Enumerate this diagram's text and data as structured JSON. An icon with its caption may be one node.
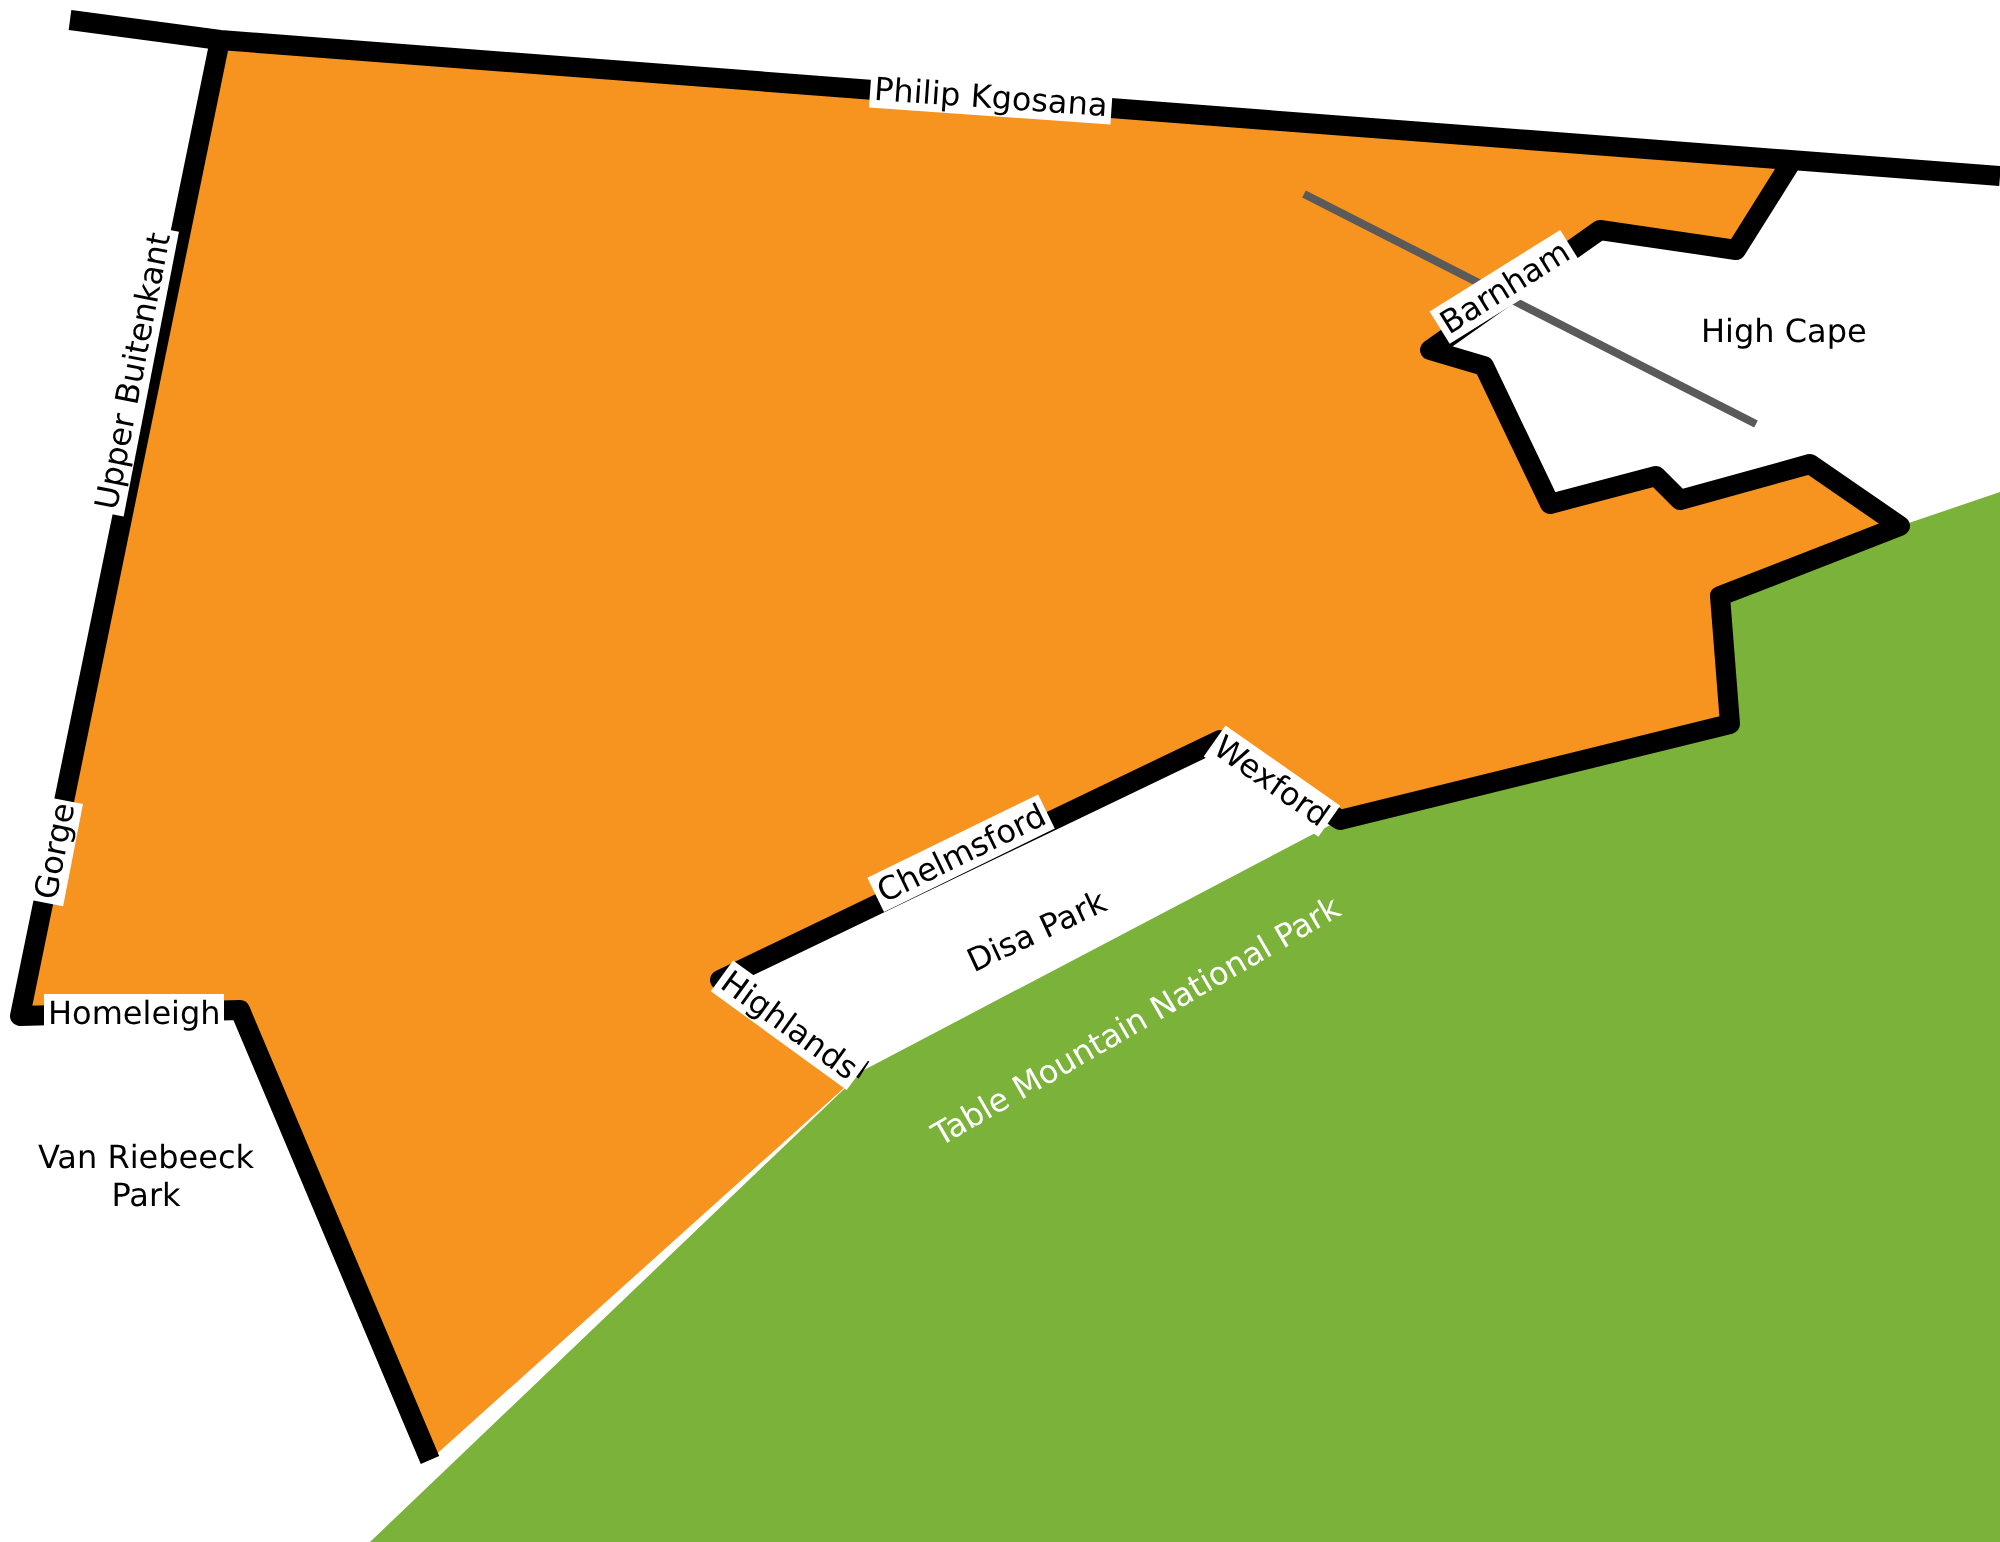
{
  "diagram": {
    "labels": [
      "Philip Kgosana",
      "Barnham",
      "High Cape",
      "Upper Buitenkant",
      "Gorge",
      "Wexford",
      "Chelmsford",
      "Disa Park",
      "Highlands",
      "Homeleigh",
      "Table Mountain National Park",
      "Van Riebeeck Park"
    ]
  }
}
